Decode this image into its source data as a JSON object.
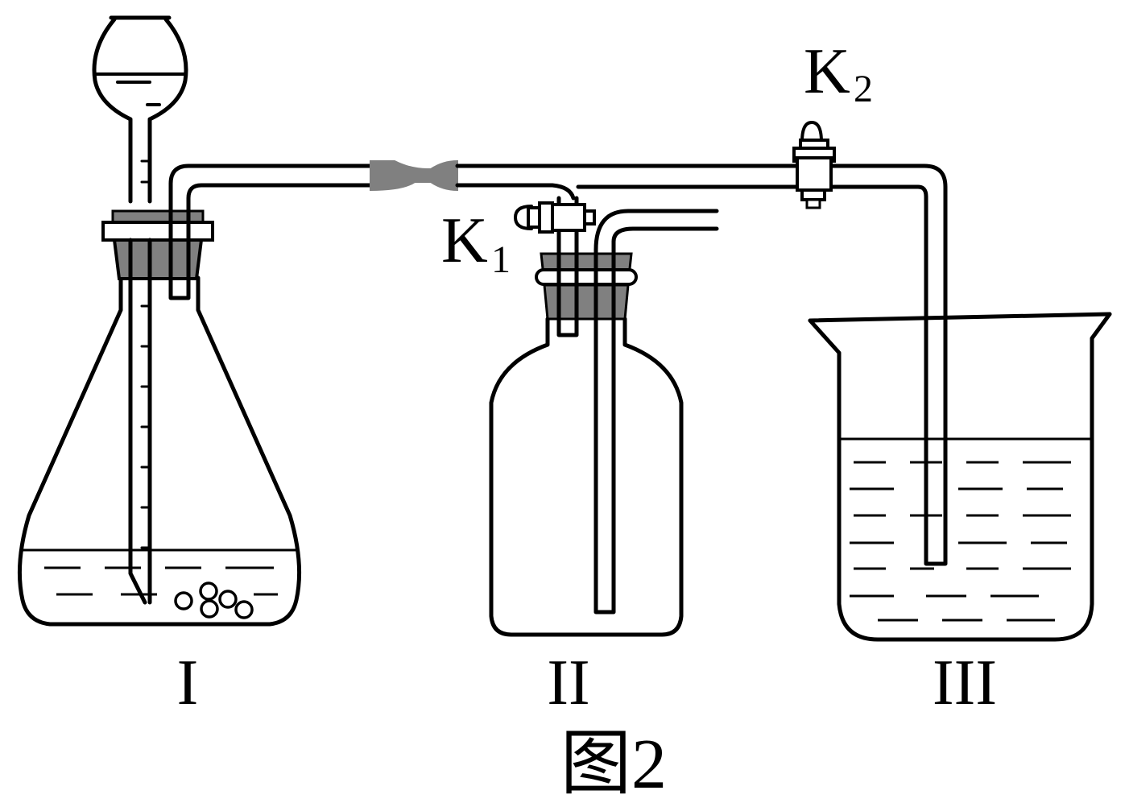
{
  "labels": {
    "k1_main": "K",
    "k1_sub": "1",
    "k2_main": "K",
    "k2_sub": "2",
    "apparatus_1": "I",
    "apparatus_2": "II",
    "apparatus_3": "III",
    "figure_caption": "图2"
  },
  "colors": {
    "line": "#000000",
    "stopper": "#808080",
    "background": "#ffffff"
  }
}
